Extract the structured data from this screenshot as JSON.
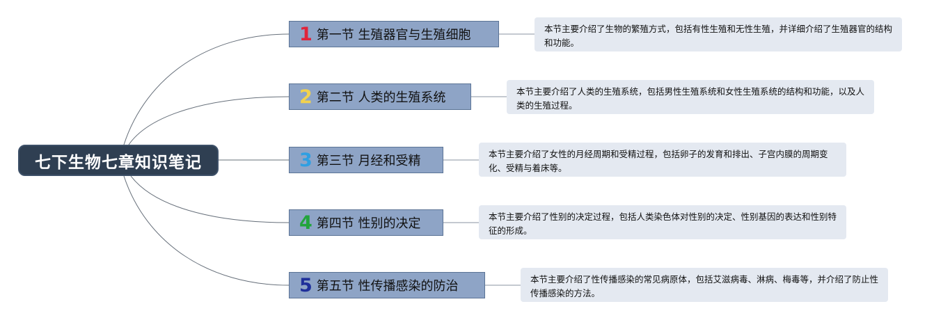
{
  "root": {
    "label": "七下生物七章知识笔记"
  },
  "topics": [
    {
      "number": "1",
      "color": "#e0243a",
      "label": "第一节 生殖器官与生殖细胞",
      "note": "本节主要介绍了生物的繁殖方式，包括有性生殖和无性生殖，并详细介绍了生殖器官的结构和功能。"
    },
    {
      "number": "2",
      "color": "#f2d24e",
      "label": "第二节 人类的生殖系统",
      "note": "本节主要介绍了人类的生殖系统，包括男性生殖系统和女性生殖系统的结构和功能，以及人类的生殖过程。"
    },
    {
      "number": "3",
      "color": "#2f9fe2",
      "label": "第三节 月经和受精",
      "note": "本节主要介绍了女性的月经周期和受精过程，包括卵子的发育和排出、子宫内膜的周期变化、受精与着床等。"
    },
    {
      "number": "4",
      "color": "#22a43c",
      "label": "第四节 性别的决定",
      "note": "本节主要介绍了性别的决定过程，包括人类染色体对性别的决定、性别基因的表达和性别特征的形成。"
    },
    {
      "number": "5",
      "color": "#1f2f9a",
      "label": "第五节 性传播感染的防治",
      "note": "本节主要介绍了性传播感染的常见病原体，包括艾滋病毒、淋病、梅毒等，并介绍了防止性传播感染的方法。"
    }
  ]
}
